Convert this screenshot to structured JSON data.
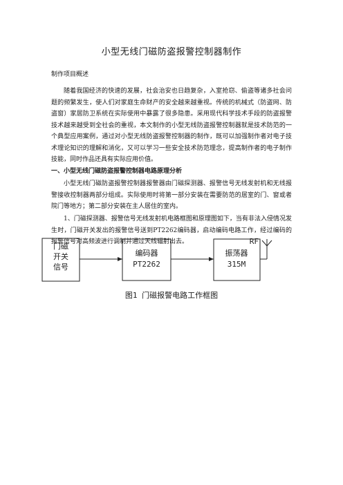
{
  "title": "小型无线门磁防盗报警控制器制作",
  "subheading": "制作项目概述",
  "paragraph1": "随着我国经济的快速的发展，社会治安也日趋复杂，入室抢窃、偷盗等诸多社会问题的频繁发生，使人们对家庭生命财产的安全越来越重视。传统的机械式（防盗网、防盗窗）家居防卫系统在实际使用中暴露了很多隐患。采用现代科学技术手段的防盗报警技术越来越受到全社会的重视，本文制作的小型无线防盗报警控制器就是技术防范的一个典型应用案例，通过对小型无线防盗报警控制器的制作，既可以加强制作者对电子技术理论知识的理解和消化，又可以学习一些安全技术防范理念，提高制作者的电子制作技能，同时作品还具有实际应用价值。",
  "section1_heading": "一、小型无线门磁防盗报警控制器电路原理分析",
  "paragraph2": "小型无线门磁防盗报警控制器报警器由门磁探测器、报警信号无线发射机和无线报警接收控制器两部分组成。实际使用时将第一部分安装在需要防范的居室的门、窗或者院门等地方；第二部分安装在主人居住的室内。",
  "paragraph3": "1、门磁探测器、报警信号无线发射机电路框图和原理图如下，当有非法入侵情况发生时，门磁开关发出的报警信号送到PT2262编码器，启动编码电路工作，经过编码的报警信号对高频波进行调制并通过天线辐射出去。",
  "figure": {
    "box1_lines": [
      "门磁",
      "开关",
      "信号"
    ],
    "box2_lines": [
      "编码器",
      "PT2262"
    ],
    "box3_lines": [
      "振荡器",
      "315M"
    ],
    "antenna_label": "RF",
    "caption": "图1 门磁报警电路工作框图"
  }
}
